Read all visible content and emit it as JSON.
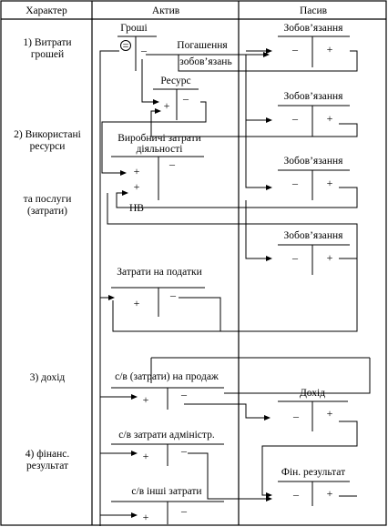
{
  "header": {
    "col_character": "Характер",
    "col_assets": "Актив",
    "col_liabilities": "Пасив"
  },
  "rows": {
    "row1": [
      "1) Витрати",
      "грошей"
    ],
    "row2a": [
      "2) Використані",
      "ресурси"
    ],
    "row2b": [
      "та послуги",
      "(затрати)"
    ],
    "row3": [
      "3) дохід"
    ],
    "row4": [
      "4) фінанс.",
      "результат"
    ]
  },
  "accounts": {
    "money": "Гроші",
    "money_minus_circle": "=",
    "resource": "Ресурс",
    "production_costs": [
      "Виробничі затрати",
      "діяльності"
    ],
    "nv": "НВ",
    "tax_costs": "Затрати на податки",
    "cost_of_sales": "с/в (затрати) на продаж",
    "admin_costs": "с/в затрати адміністр.",
    "other_costs": "с/в інші затрати",
    "liability": "Зобов’язання",
    "income": "Дохід",
    "fin_result": "Фін. результат"
  },
  "annotations": {
    "repayment": [
      "Погашення",
      "зобов’язань"
    ]
  },
  "signs": {
    "plus": "+",
    "minus": "–"
  }
}
